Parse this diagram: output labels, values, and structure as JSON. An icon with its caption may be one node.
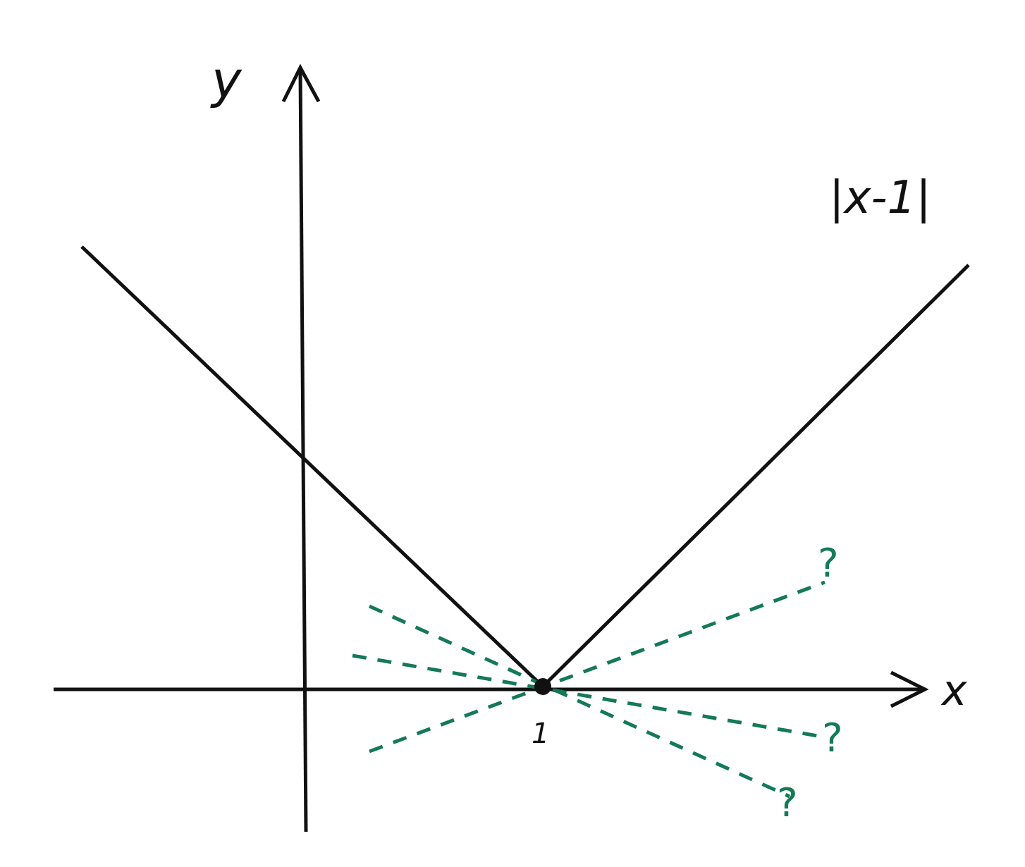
{
  "diagram": {
    "labels": [
      "y",
      "|x-1|",
      "?",
      "x",
      "?",
      "1",
      "?"
    ]
  }
}
